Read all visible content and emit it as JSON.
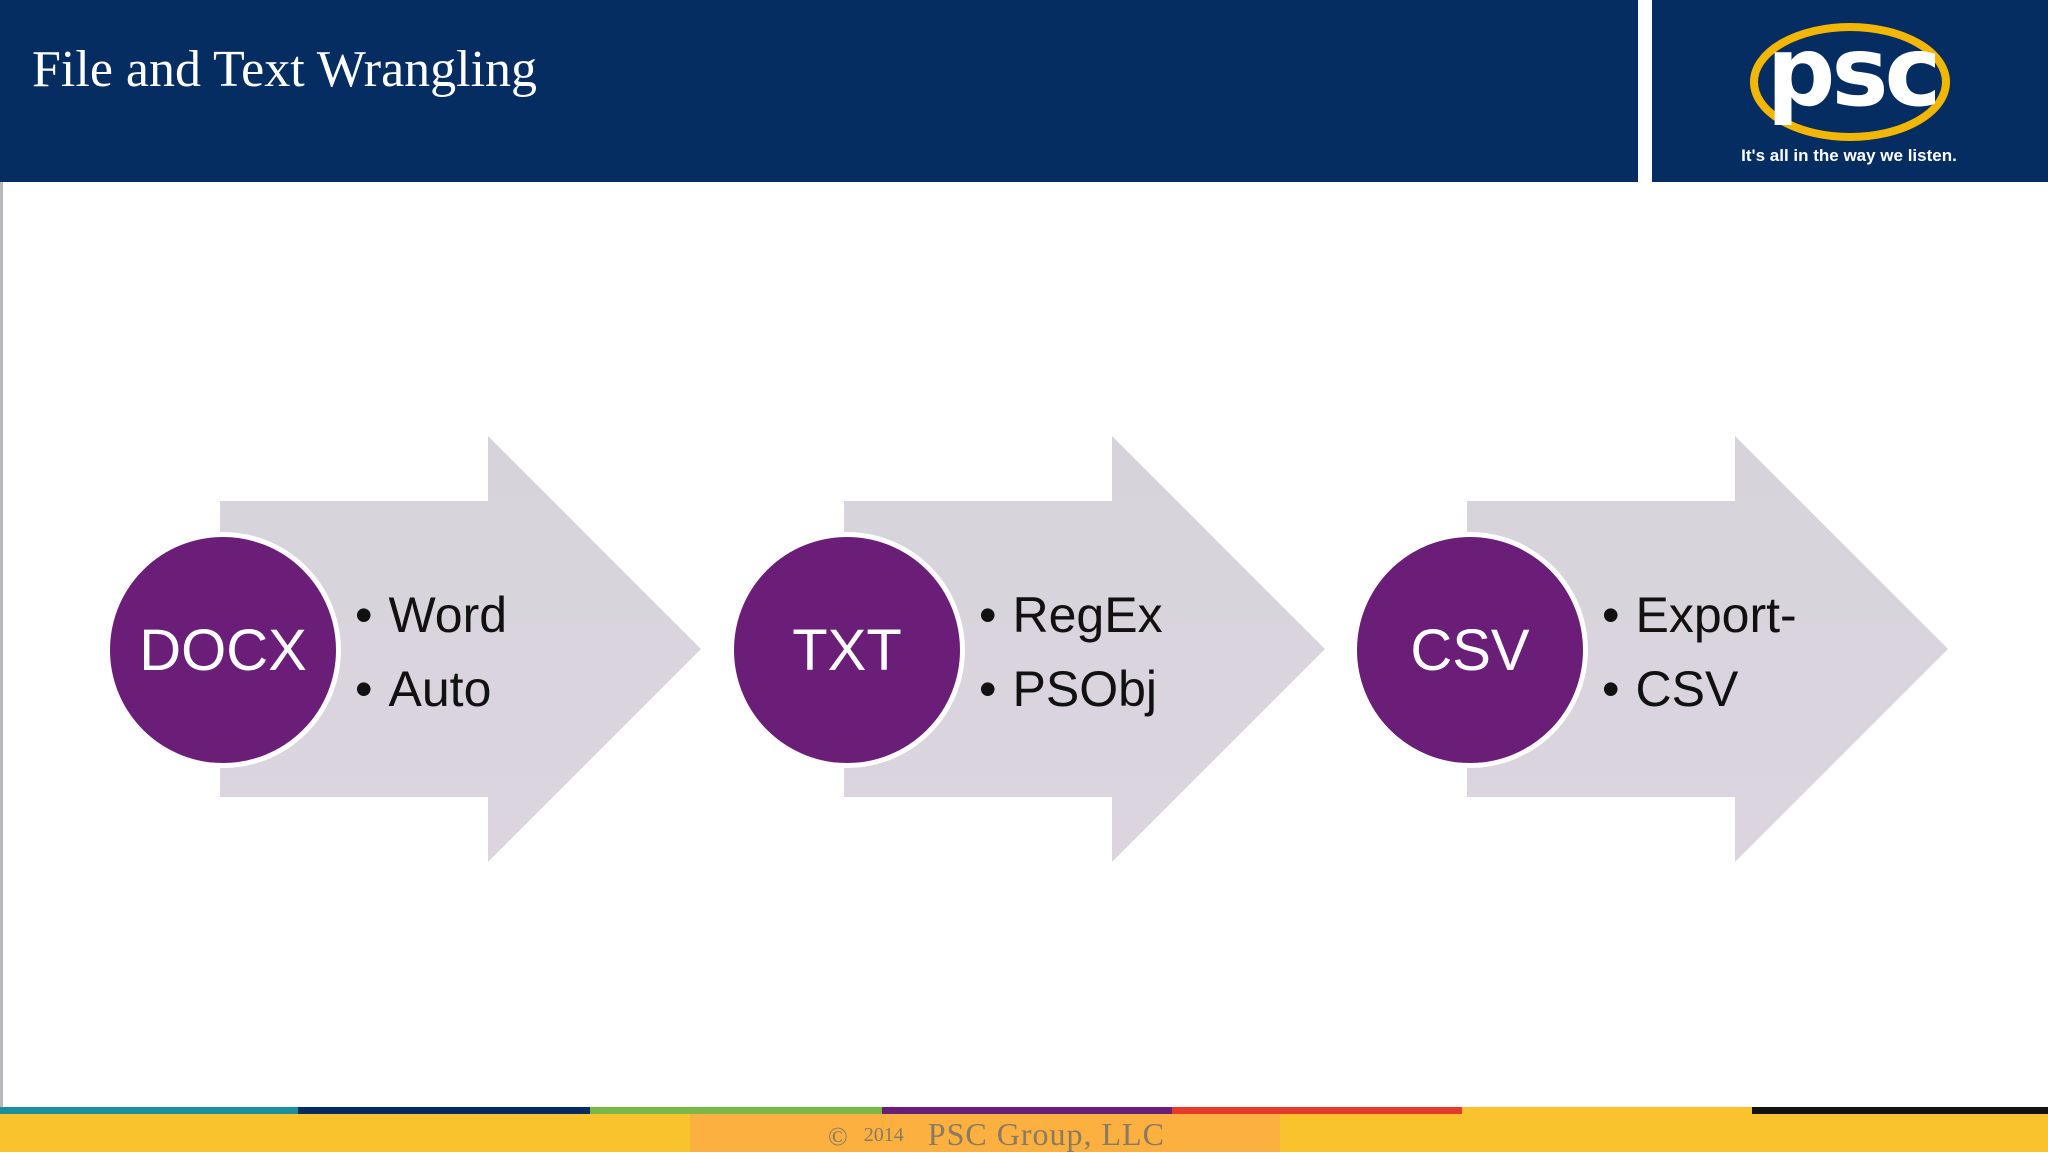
{
  "header": {
    "title": "File and Text Wrangling",
    "background_color": "#052d61"
  },
  "logo": {
    "wordmark": "psc",
    "tagline": "It's all in the way we listen.",
    "ring_color": "#f2b705"
  },
  "steps": [
    {
      "label": "DOCX",
      "bullets": [
        "Word",
        "Auto"
      ]
    },
    {
      "label": "TXT",
      "bullets": [
        "RegEx",
        "PSObj"
      ]
    },
    {
      "label": "CSV",
      "bullets": [
        "Export-",
        "CSV"
      ]
    }
  ],
  "colors": {
    "circle": "#6a1e78",
    "arrow": "#d9d4de",
    "footer": "#f9c32e"
  },
  "footer": {
    "copyright_symbol": "©",
    "year": "2014",
    "company": "PSC Group, LLC",
    "stripe_colors": [
      "#1b8fa0",
      "#052d61",
      "#7ab648",
      "#6a1e78",
      "#e53b2c",
      "#f9c32e",
      "#111111"
    ]
  }
}
